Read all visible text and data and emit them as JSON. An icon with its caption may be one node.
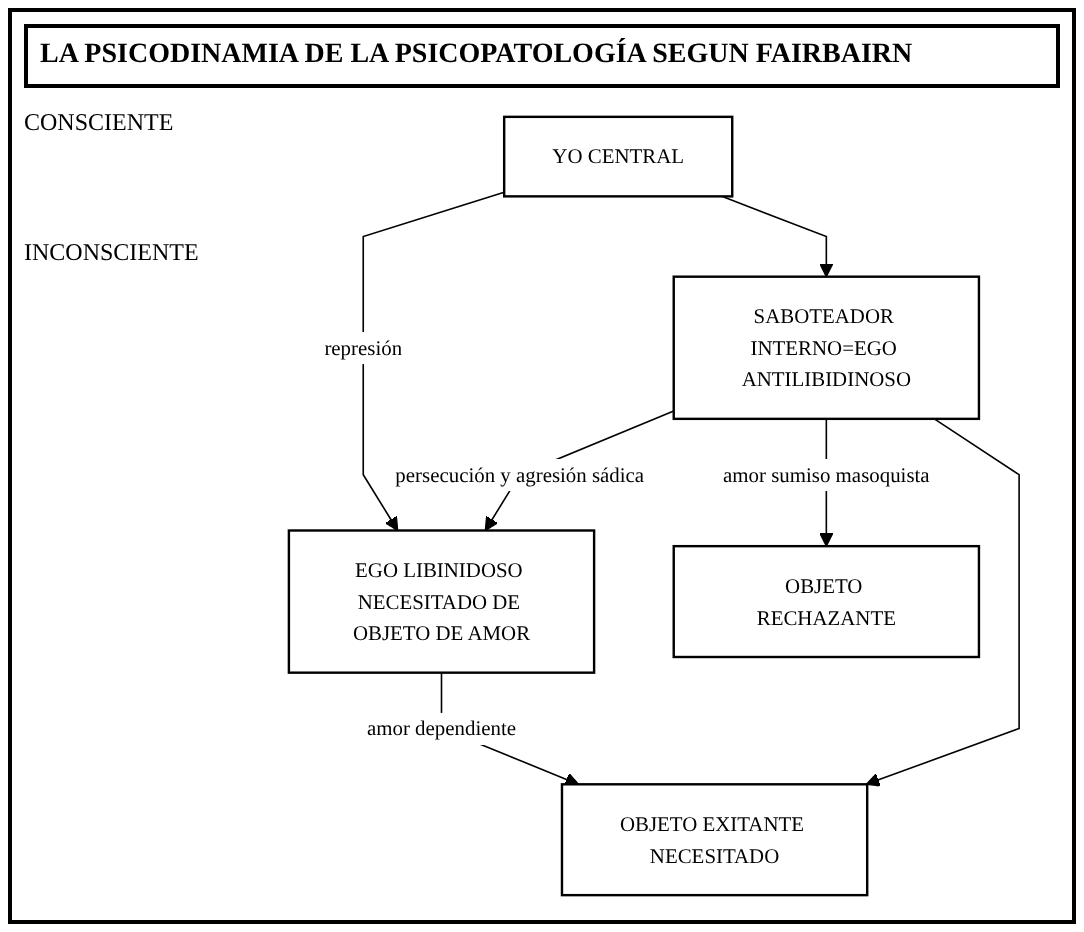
{
  "diagram": {
    "title": "LA PSICODINAMIA DE LA PSICOPATOLOGÍA SEGUN FAIRBAIRN",
    "nodes": [
      {
        "text": [
          "YO CENTRAL"
        ]
      },
      {
        "text": [
          "EGO LIBINIDOSO NECESITADO DE OBJETO DE AMOR"
        ]
      },
      {
        "text": [
          "OBJETO EXITANTE NECESITADO"
        ]
      },
      {
        "text": [
          "SABOTEADOR INTERNO=EGO ANTILIBIDINOSO"
        ]
      },
      {
        "text": [
          "OBJETO RECHAZANTE"
        ]
      }
    ],
    "edges": [
      {
        "from": 0,
        "to": 1,
        "arrow": "to",
        "label": "represión"
      },
      {
        "from": 0,
        "to": 3,
        "arrow": "to"
      },
      {
        "from": 1,
        "to": 2,
        "arrow": "to",
        "label": "amor dependiente"
      },
      {
        "from": 3,
        "to": 1,
        "arrow": "to",
        "label": "persecución y agresión sádica"
      },
      {
        "from": 3,
        "to": 2,
        "arrow": "to"
      },
      {
        "from": 3,
        "to": 4,
        "arrow": "to",
        "label": "amor sumiso masoquista"
      }
    ],
    "labels": [
      "CONSCIENTE",
      "INCONSCIENTE"
    ]
  }
}
